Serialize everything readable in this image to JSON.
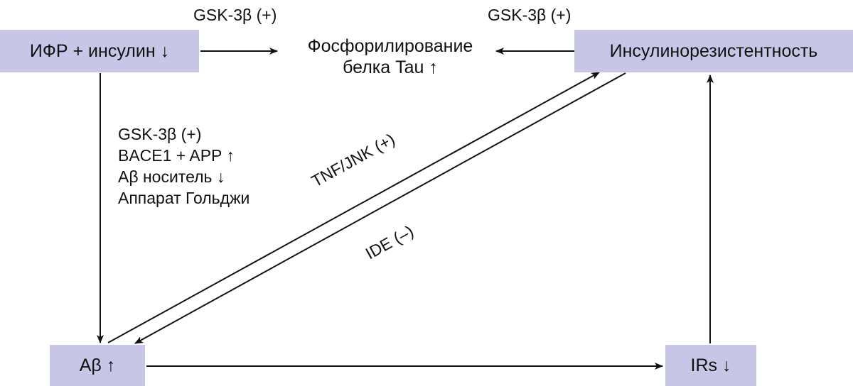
{
  "nodes": {
    "ifr_insulin": "ИФР + инсулин ↓",
    "tau_line1": "Фосфорилирование",
    "tau_line2": "белка Tau ↑",
    "resistance": "Инсулинорезистентность",
    "abeta": "Aβ ↑",
    "irs": "IRs ↓"
  },
  "edge_labels": {
    "ifr_to_tau": "GSK-3β (+)",
    "resistance_to_tau": "GSK-3β (+)",
    "ifr_to_abeta": [
      "GSK-3β (+)",
      "BACE1 + APP ↑",
      "Aβ носитель ↓",
      "Аппарат Гольджи"
    ],
    "abeta_to_resistance": "TNF/JNK (+)",
    "resistance_to_abeta": "IDE (–)"
  },
  "colors": {
    "node_fill": "#c8c6e6",
    "line": "#111111"
  }
}
